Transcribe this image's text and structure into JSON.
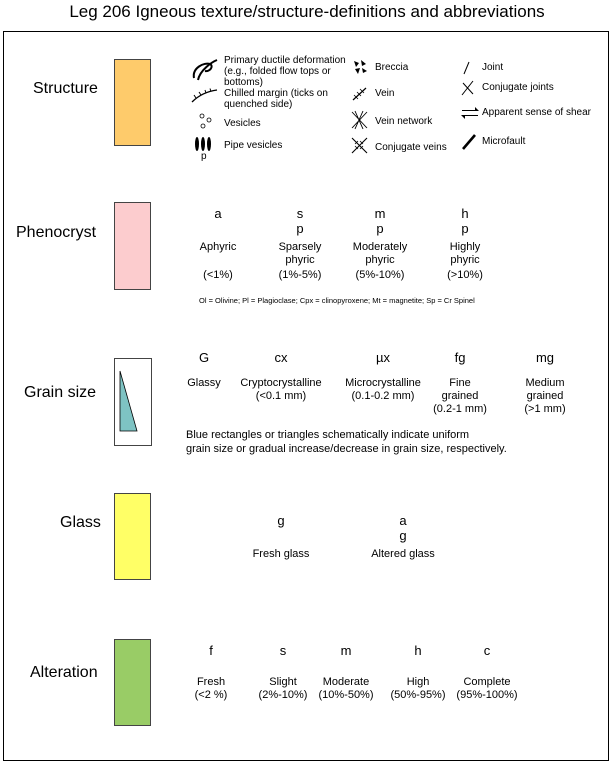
{
  "title": "Leg 206 Igneous texture/structure-definitions and abbreviations",
  "colors": {
    "structure": "#fecb6b",
    "phenocryst": "#fcccce",
    "grain_triangle": "#7ec3c3",
    "glass": "#ffff66",
    "alteration": "#99cc66"
  },
  "structure": {
    "label": "Structure",
    "symbols": [
      {
        "icon": "ductile-deformation-icon",
        "text": "Primary ductile deformation (e.g., folded flow tops or bottoms)"
      },
      {
        "icon": "chilled-margin-icon",
        "text": "Chilled margin (ticks on quenched side)"
      },
      {
        "icon": "vesicles-icon",
        "text": "Vesicles"
      },
      {
        "icon": "pipe-vesicles-icon",
        "text": "Pipe vesicles",
        "glyph": "p"
      },
      {
        "icon": "breccia-icon",
        "text": "Breccia"
      },
      {
        "icon": "vein-icon",
        "text": "Vein"
      },
      {
        "icon": "vein-network-icon",
        "text": "Vein network"
      },
      {
        "icon": "conjugate-veins-icon",
        "text": "Conjugate veins"
      },
      {
        "icon": "joint-icon",
        "text": "Joint"
      },
      {
        "icon": "conjugate-joints-icon",
        "text": "Conjugate joints"
      },
      {
        "icon": "shear-sense-icon",
        "text": "Apparent sense of shear"
      },
      {
        "icon": "microfault-icon",
        "text": "Microfault"
      }
    ]
  },
  "phenocryst": {
    "label": "Phenocryst",
    "items": [
      {
        "code": "a",
        "name": "Aphyric",
        "range": "(<1%)"
      },
      {
        "code": "s\np",
        "name": "Sparsely\nphyric",
        "range": "(1%-5%)"
      },
      {
        "code": "m\np",
        "name": "Moderately\nphyric",
        "range": "(5%-10%)"
      },
      {
        "code": "h\np",
        "name": "Highly\nphyric",
        "range": "(>10%)"
      }
    ],
    "note": "Ol = Olivine; Pl = Plagioclase; Cpx = clinopyroxene; Mt = magnetite; Sp = Cr Spinel"
  },
  "grain_size": {
    "label": "Grain size",
    "items": [
      {
        "code": "G",
        "desc": "Glassy"
      },
      {
        "code": "cx",
        "desc": "Cryptocrystalline\n(<0.1 mm)"
      },
      {
        "code": "µx",
        "desc": "Microcrystalline\n(0.1-0.2 mm)"
      },
      {
        "code": "fg",
        "desc": "Fine\ngrained\n(0.2-1 mm)"
      },
      {
        "code": "mg",
        "desc": "Medium\ngrained\n(>1 mm)"
      }
    ],
    "note": "Blue rectangles or triangles schematically indicate uniform\ngrain size or gradual increase/decrease in grain size, respectively."
  },
  "glass": {
    "label": "Glass",
    "items": [
      {
        "code": "g",
        "desc": "Fresh glass"
      },
      {
        "code": "a\ng",
        "desc": "Altered glass"
      }
    ]
  },
  "alteration": {
    "label": "Alteration",
    "items": [
      {
        "code": "f",
        "desc": "Fresh\n(<2 %)"
      },
      {
        "code": "s",
        "desc": "Slight\n(2%-10%)"
      },
      {
        "code": "m",
        "desc": "Moderate\n(10%-50%)"
      },
      {
        "code": "h",
        "desc": "High\n(50%-95%)"
      },
      {
        "code": "c",
        "desc": "Complete\n(95%-100%)"
      }
    ]
  }
}
